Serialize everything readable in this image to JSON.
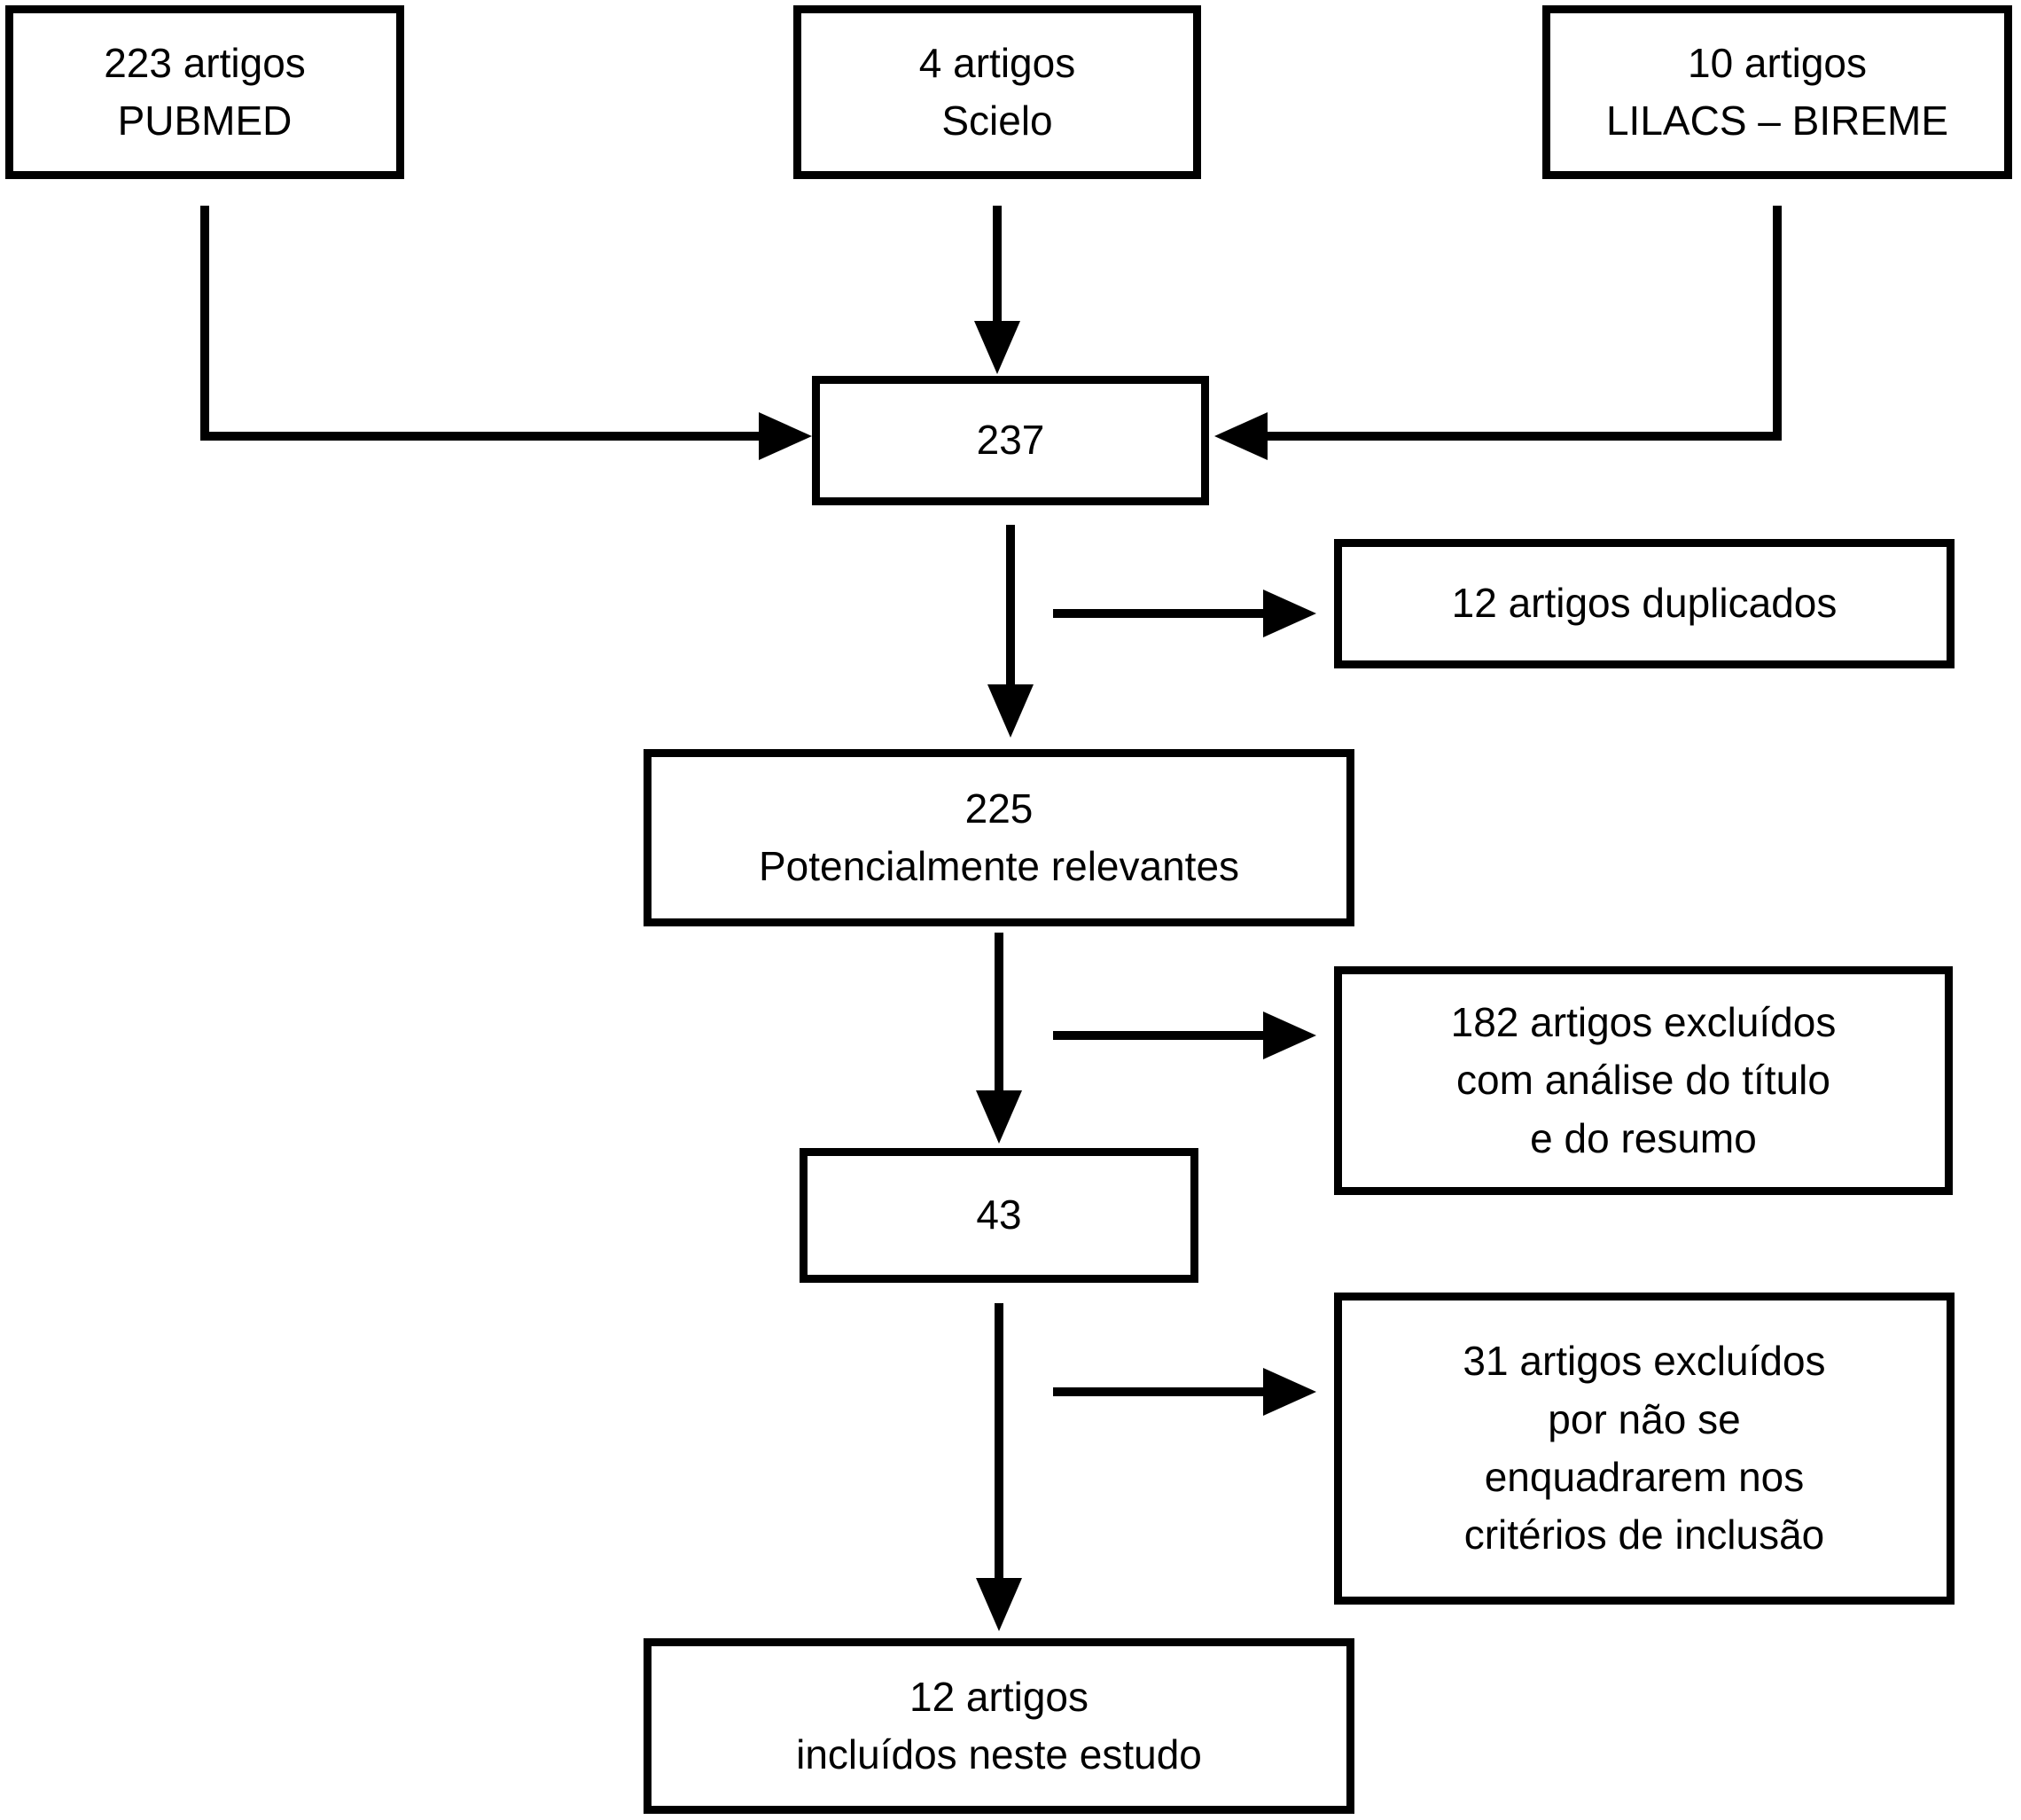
{
  "figure": {
    "type": "flowchart",
    "language": "pt",
    "colors": {
      "line": "#000000",
      "box_fill": "#ffffff",
      "background": "#ffffff"
    },
    "nodes": {
      "pubmed": {
        "label": "223 artigos\nPUBMED"
      },
      "scielo": {
        "label": "4 artigos\nScielo"
      },
      "lilacs": {
        "label": "10 artigos\nLILACS – BIREME"
      },
      "total": {
        "label": "237"
      },
      "duplicates": {
        "label": "12 artigos duplicados"
      },
      "relevant": {
        "label": "225\nPotencialmente relevantes"
      },
      "excluded_title_abstract": {
        "label": "182 artigos excluídos\ncom análise do título\ne do resumo"
      },
      "after_screening": {
        "label": "43"
      },
      "excluded_criteria": {
        "label": "31 artigos excluídos\npor não se\nenquadrarem nos\ncritérios de inclusão"
      },
      "included": {
        "label": "12 artigos\nincluídos neste estudo"
      }
    },
    "edges": [
      {
        "from": "pubmed",
        "to": "total"
      },
      {
        "from": "scielo",
        "to": "total"
      },
      {
        "from": "lilacs",
        "to": "total"
      },
      {
        "from": "total",
        "to": "duplicates"
      },
      {
        "from": "total",
        "to": "relevant"
      },
      {
        "from": "relevant",
        "to": "excluded_title_abstract"
      },
      {
        "from": "relevant",
        "to": "after_screening"
      },
      {
        "from": "after_screening",
        "to": "excluded_criteria"
      },
      {
        "from": "after_screening",
        "to": "included"
      }
    ]
  }
}
